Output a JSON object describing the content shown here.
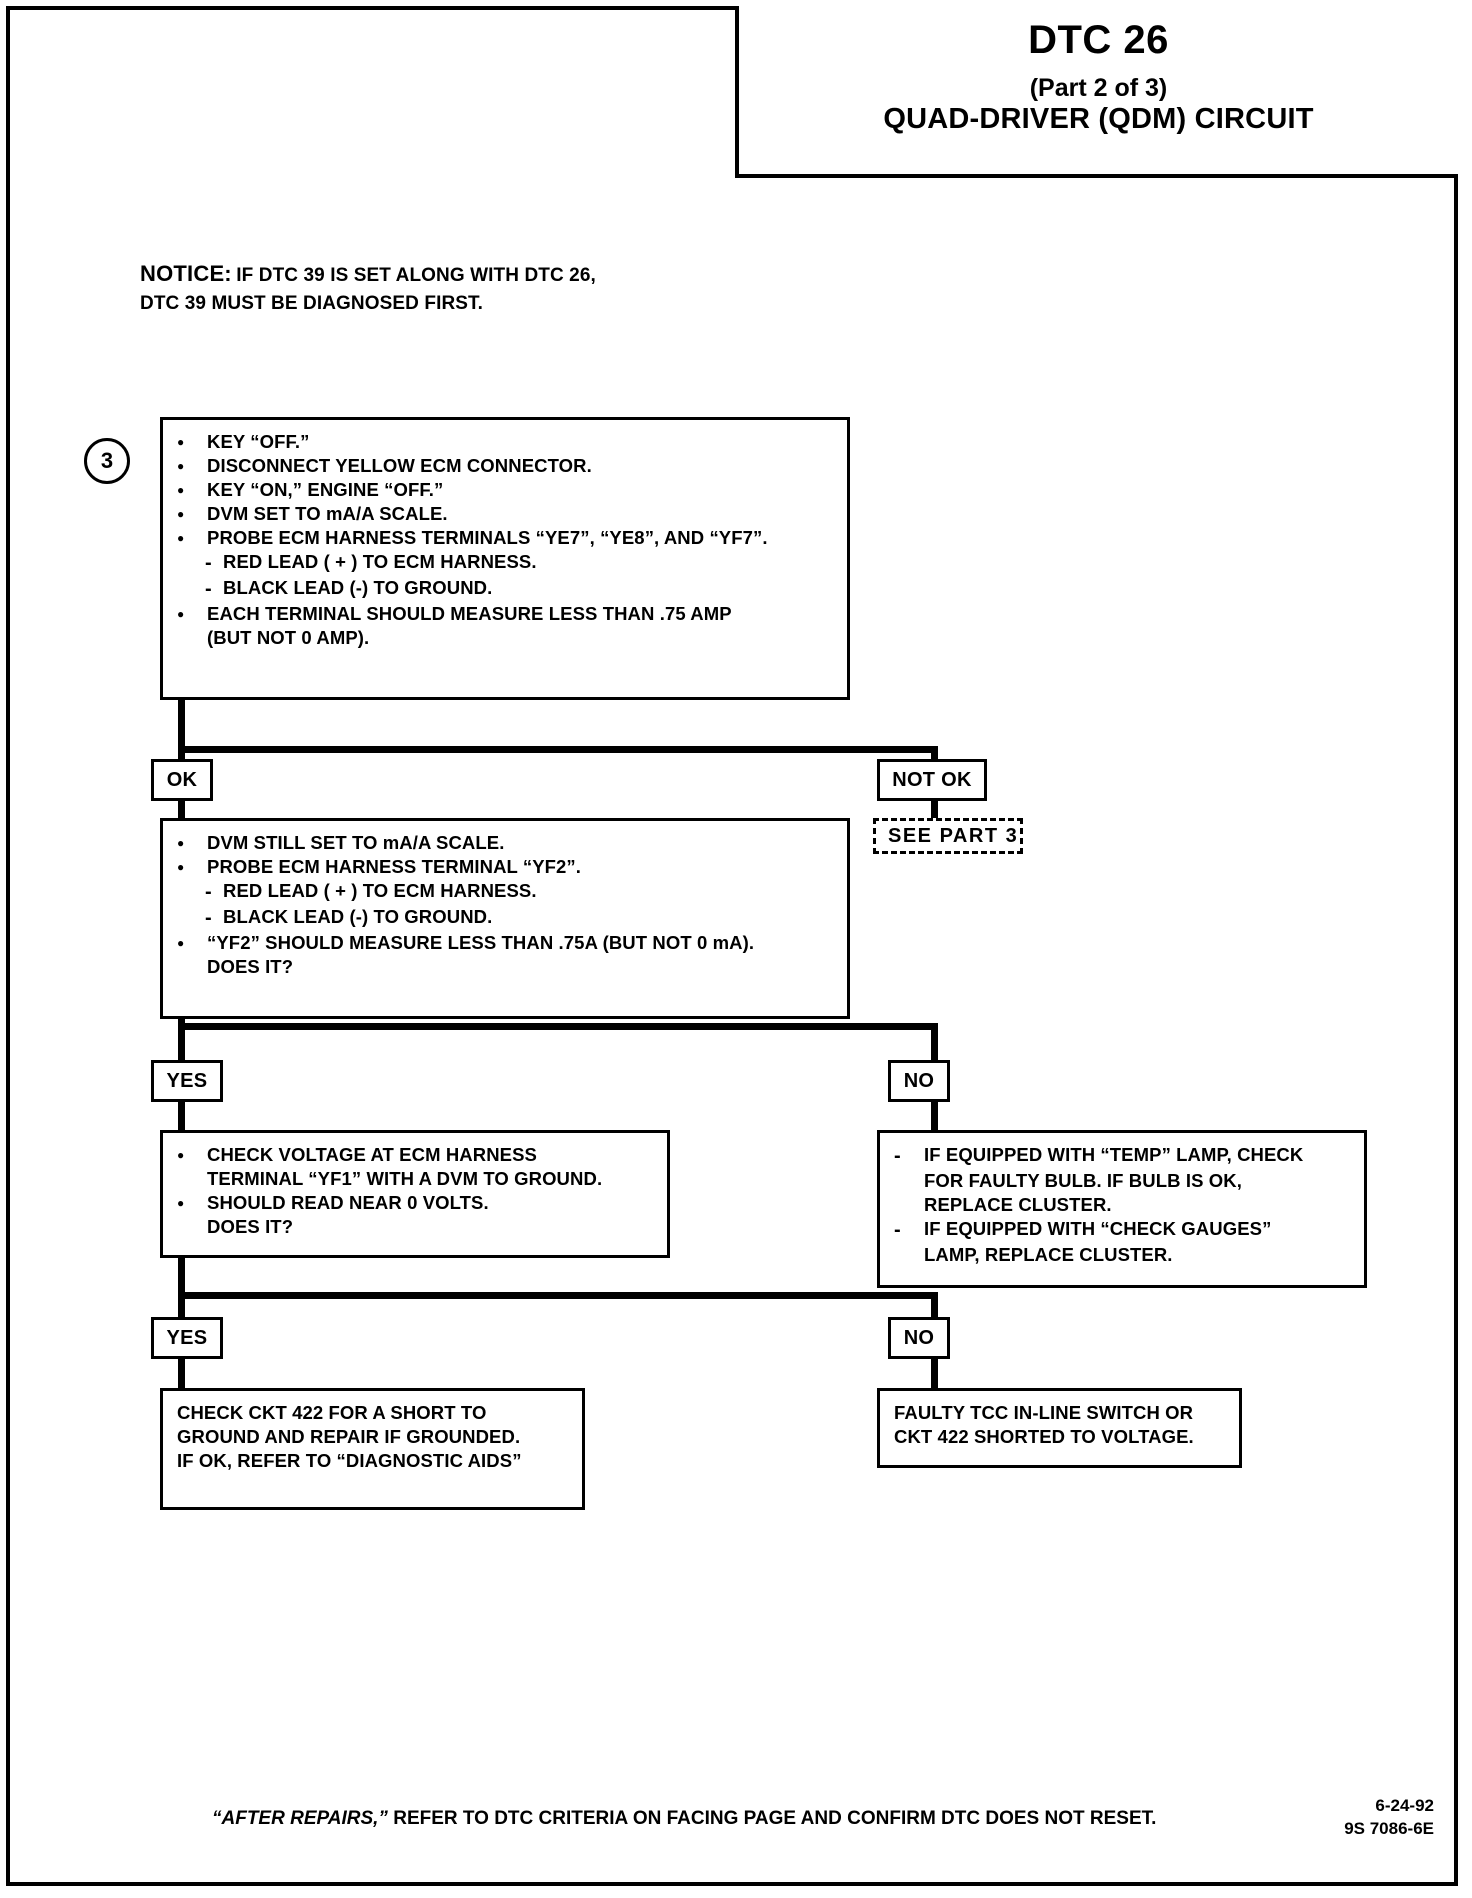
{
  "header": {
    "title": "DTC 26",
    "part": "(Part 2 of 3)",
    "subtitle": "QUAD-DRIVER (QDM) CIRCUIT"
  },
  "notice": {
    "label": "NOTICE:",
    "line1": "IF DTC 39 IS SET ALONG WITH DTC 26,",
    "line2": "DTC 39 MUST BE DIAGNOSED FIRST."
  },
  "step_marker": "3",
  "box1": {
    "lines": [
      {
        "mark": "dot",
        "text": "KEY “OFF.”"
      },
      {
        "mark": "dot",
        "text": "DISCONNECT YELLOW ECM CONNECTOR."
      },
      {
        "mark": "dot",
        "text": "KEY “ON,” ENGINE “OFF.”"
      },
      {
        "mark": "dot",
        "text": "DVM SET TO mA/A SCALE."
      },
      {
        "mark": "dot",
        "text": "PROBE ECM HARNESS TERMINALS “YE7”, “YE8”, AND “YF7”."
      },
      {
        "mark": "dash",
        "sub": true,
        "text": "RED LEAD ( + ) TO ECM HARNESS."
      },
      {
        "mark": "dash",
        "sub": true,
        "text": "BLACK LEAD (-) TO GROUND."
      },
      {
        "mark": "dot",
        "text": "EACH TERMINAL SHOULD MEASURE LESS THAN .75 AMP"
      },
      {
        "mark": "blank",
        "text": "(BUT NOT 0 AMP)."
      }
    ]
  },
  "branch1": {
    "ok_label": "OK",
    "not_ok_label": "NOT OK",
    "see_part": "SEE PART 3"
  },
  "box2": {
    "lines": [
      {
        "mark": "dot",
        "text": "DVM STILL SET TO mA/A SCALE."
      },
      {
        "mark": "dot",
        "text": "PROBE ECM HARNESS TERMINAL “YF2”."
      },
      {
        "mark": "dash",
        "sub": true,
        "text": "RED LEAD ( + ) TO ECM HARNESS."
      },
      {
        "mark": "dash",
        "sub": true,
        "text": "BLACK LEAD (-) TO GROUND."
      },
      {
        "mark": "dot",
        "text": "“YF2” SHOULD MEASURE LESS THAN .75A (BUT NOT 0 mA)."
      },
      {
        "mark": "blank",
        "text": "DOES IT?"
      }
    ]
  },
  "branch2": {
    "yes_label": "YES",
    "no_label": "NO"
  },
  "box3_yes": {
    "lines": [
      {
        "mark": "dot",
        "text": "CHECK VOLTAGE AT ECM HARNESS"
      },
      {
        "mark": "blank",
        "text": "TERMINAL “YF1” WITH A DVM TO GROUND."
      },
      {
        "mark": "dot",
        "text": "SHOULD READ NEAR 0 VOLTS."
      },
      {
        "mark": "blank",
        "text": "DOES IT?"
      }
    ]
  },
  "box3_no": {
    "lines": [
      {
        "mark": "dash",
        "text": "IF EQUIPPED WITH “TEMP” LAMP, CHECK"
      },
      {
        "mark": "blank",
        "text": "FOR FAULTY BULB.  IF BULB IS OK,"
      },
      {
        "mark": "blank",
        "text": "REPLACE CLUSTER."
      },
      {
        "mark": "dash",
        "text": "IF EQUIPPED WITH “CHECK GAUGES”"
      },
      {
        "mark": "blank",
        "text": "LAMP, REPLACE CLUSTER."
      }
    ]
  },
  "branch3": {
    "yes_label": "YES",
    "no_label": "NO"
  },
  "box4_yes": {
    "lines": [
      {
        "mark": "blank",
        "text": "CHECK CKT 422 FOR A SHORT TO"
      },
      {
        "mark": "blank",
        "text": "GROUND AND REPAIR IF GROUNDED."
      },
      {
        "mark": "blank",
        "text": "IF OK, REFER TO “DIAGNOSTIC AIDS”"
      }
    ]
  },
  "box4_no": {
    "lines": [
      {
        "mark": "blank",
        "text": "FAULTY TCC IN-LINE SWITCH OR"
      },
      {
        "mark": "blank",
        "text": "CKT 422 SHORTED TO VOLTAGE."
      }
    ]
  },
  "footer": {
    "emphasis": "“AFTER REPAIRS,”",
    "text": " REFER TO DTC CRITERIA ON FACING PAGE AND CONFIRM DTC DOES NOT RESET.",
    "date": "6-24-92",
    "code": "9S 7086-6E"
  }
}
